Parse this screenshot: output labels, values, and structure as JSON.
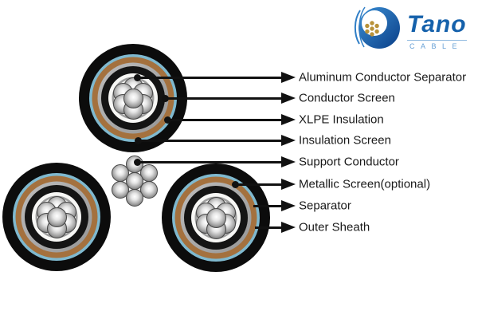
{
  "logo": {
    "brand": "Tano",
    "subtitle": "CABLE",
    "icon": "cable-swoosh-icon",
    "colors": {
      "primary_blue": "#1561ab",
      "light_blue": "#66a0d6",
      "gold": "#b8923a"
    }
  },
  "diagram": {
    "type": "abc-cable-cross-section",
    "labels": [
      "Aluminum Conductor Separator",
      "Conductor Screen",
      "XLPE Insulation",
      "Insulation Screen",
      "Support Conductor",
      "Metallic Screen(optional)",
      "Separator",
      "Outer Sheath"
    ],
    "layer_colors": {
      "outer_sheath": "#0c0c0c",
      "separator": "#7fb9cf",
      "metallic_screen": "#a4713e",
      "metallic_tape": "#a9a9a9",
      "insulation_screen": "#141414",
      "xlpe_insulation": "#f7f7f5",
      "conductor_screen": "#9f9f9f",
      "conductor_strand": "#c9c9c9",
      "arrow": "#111111"
    }
  }
}
